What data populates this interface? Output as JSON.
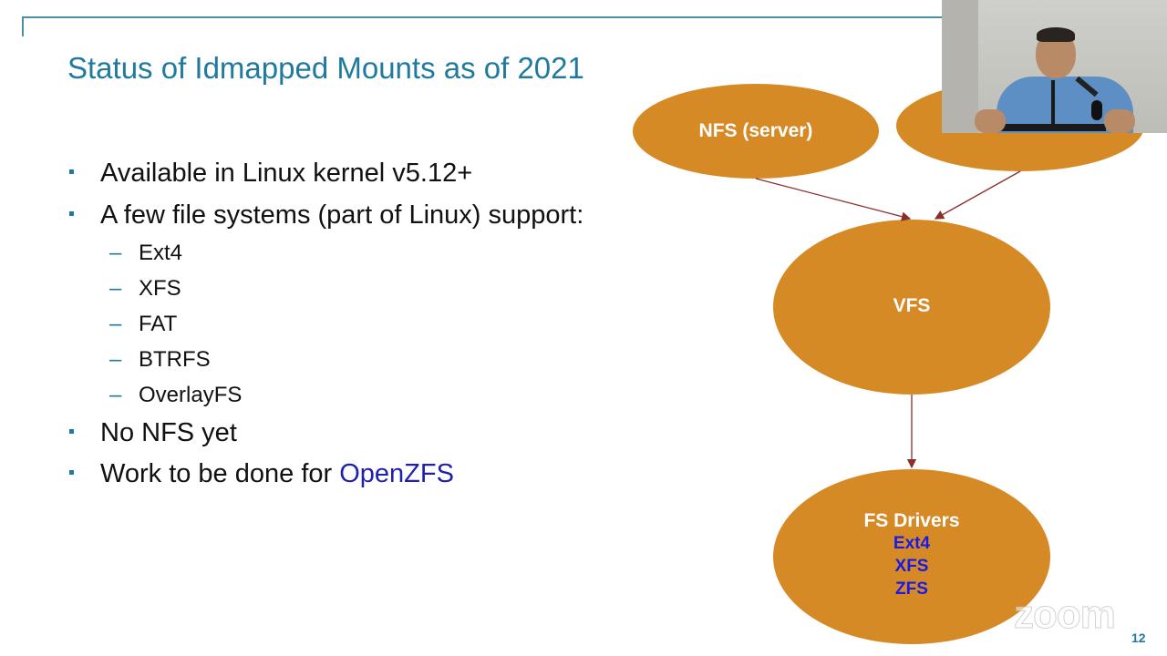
{
  "slide": {
    "title": "Status of Idmapped Mounts as of 2021",
    "page_number": "12"
  },
  "bullets": [
    {
      "text": "Available in Linux kernel v5.12+"
    },
    {
      "text": "A few file systems (part of Linux) support:"
    },
    {
      "text": "No NFS yet"
    },
    {
      "text_prefix": "Work to be done for ",
      "link_text": "OpenZFS"
    }
  ],
  "sub_bullets": [
    {
      "text": "Ext4"
    },
    {
      "text": "XFS"
    },
    {
      "text": "FAT"
    },
    {
      "text": "BTRFS"
    },
    {
      "text": "OverlayFS"
    }
  ],
  "diagram": {
    "node_nfs": "NFS (server)",
    "node_vfs": "VFS",
    "node_fs_drivers": {
      "title": "FS Drivers",
      "items": [
        "Ext4",
        "XFS",
        "ZFS"
      ]
    },
    "node_color": "#d68a26",
    "arrow_color": "#8b2e2e"
  },
  "overlay": {
    "watermark": "zoom"
  }
}
